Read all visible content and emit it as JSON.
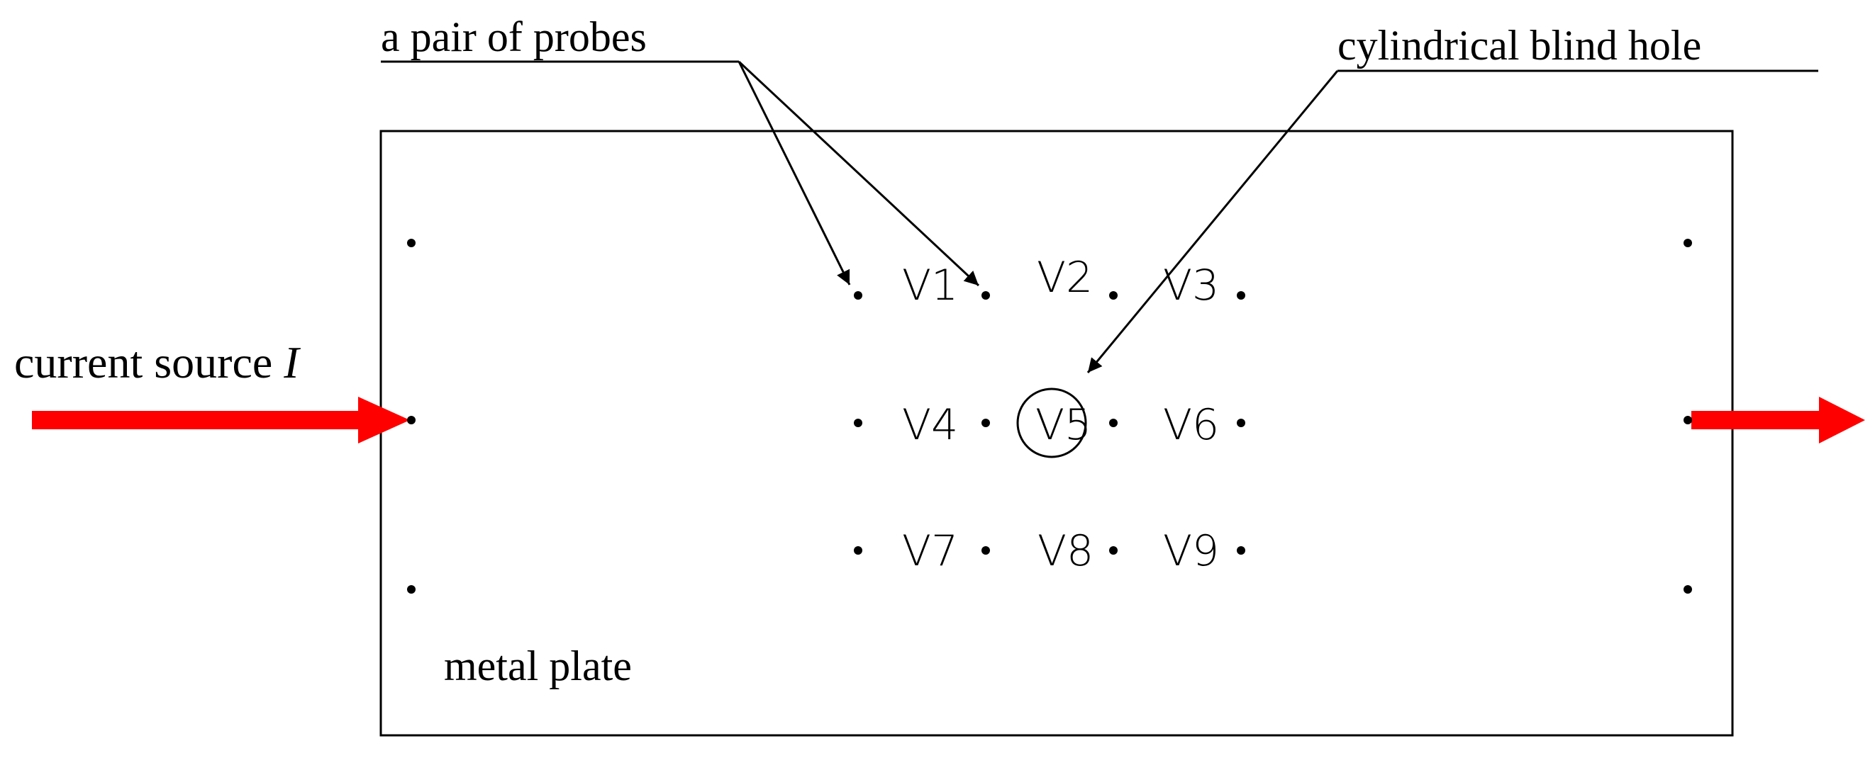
{
  "labels": {
    "probes": "a pair of probes",
    "blind_hole": "cylindrical blind hole",
    "current_source_text": "current source ",
    "current_source_symbol": "I",
    "metal_plate": "metal plate"
  },
  "voltage_labels": [
    "V1",
    "V2",
    "V3",
    "V4",
    "V5",
    "V6",
    "V7",
    "V8",
    "V9"
  ],
  "colors": {
    "current_arrow": "#ff0000",
    "line": "#000000",
    "background": "#ffffff"
  }
}
